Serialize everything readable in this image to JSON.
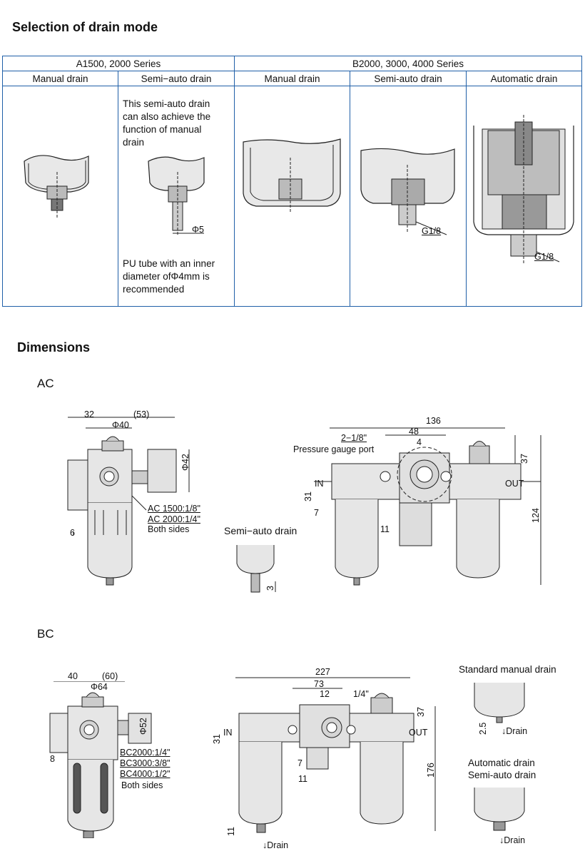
{
  "selection": {
    "title": "Selection of drain mode",
    "group_a": "A1500, 2000 Series",
    "group_b": "B2000, 3000, 4000 Series",
    "columns": [
      "Manual drain",
      "Semi−auto drain",
      "Manual drain",
      "Semi-auto drain",
      "Automatic drain"
    ],
    "semi_note_top": [
      "This semi-auto drain",
      "can also achieve the",
      "function of manual",
      "drain"
    ],
    "semi_note_bottom": [
      "PU tube with an inner",
      "diameter ofΦ4mm is",
      "recommended"
    ],
    "phi5": "Φ5",
    "g18_a": "G1/8",
    "g18_b": "G1/8"
  },
  "dimensions": {
    "title": "Dimensions",
    "ac": {
      "label": "AC",
      "d32": "32",
      "d53": "(53)",
      "phi40": "Φ40",
      "phi42": "Φ42",
      "d6": "6",
      "port1": "AC 1500:1/8\"",
      "port2": "AC 2000:1/4\"",
      "both": "Both sides",
      "semi_auto": "Semi−auto drain",
      "d3": "3",
      "d136": "136",
      "d48": "48",
      "d4": "4",
      "port_gauge": "2−1/8\"",
      "pressure_gauge": "Pressure gauge port",
      "in": "IN",
      "out": "OUT",
      "d37": "37",
      "d31": "31",
      "d7": "7",
      "d11": "11",
      "d124": "124"
    },
    "bc": {
      "label": "BC",
      "d40": "40",
      "d60": "(60)",
      "phi64": "Φ64",
      "phi52": "Φ52",
      "d8": "8",
      "port1": "BC2000:1/4\"",
      "port2": "BC3000:3/8\"",
      "port3": "BC4000:1/2\"",
      "both": "Both sides",
      "d227": "227",
      "d73": "73",
      "d12": "12",
      "quarter": "1/4\"",
      "in": "IN",
      "out": "OUT",
      "d37": "37",
      "d31": "31",
      "d7": "7",
      "d11": "11",
      "d176": "176",
      "d11b": "11",
      "drain": "Drain",
      "std_manual": "Standard manual drain",
      "d25": "2.5",
      "drain2": "Drain",
      "auto_drain": "Automatic drain",
      "semi_drain": "Semi-auto drain",
      "drain3": "Drain"
    }
  }
}
